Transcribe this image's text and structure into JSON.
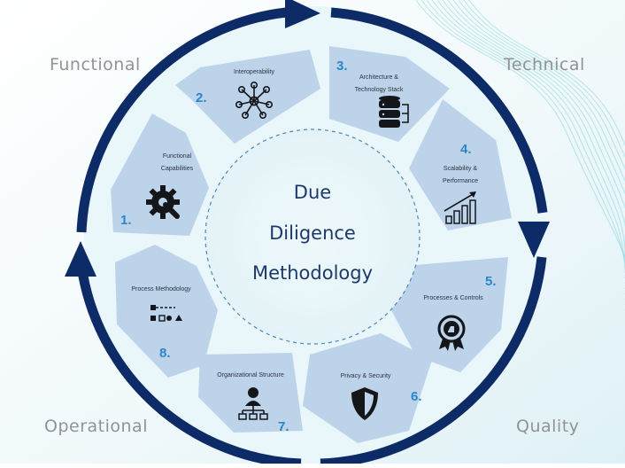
{
  "corners": {
    "functional": "Functional",
    "technical": "Technical",
    "operational": "Operational",
    "quality": "Quality"
  },
  "center": {
    "line1": "Due",
    "line2": "Diligence",
    "line3": "Methodology"
  },
  "segments": [
    {
      "number": "1.",
      "label_lines": [
        "Functional",
        "Capabilities"
      ],
      "icon": "gear-wrench-icon"
    },
    {
      "number": "2.",
      "label_lines": [
        "Interoperability"
      ],
      "icon": "network-nodes-icon"
    },
    {
      "number": "3.",
      "label_lines": [
        "Architecture &",
        "Technology Stack"
      ],
      "icon": "database-stack-icon"
    },
    {
      "number": "4.",
      "label_lines": [
        "Scalability &",
        "Performance"
      ],
      "icon": "growth-chart-icon"
    },
    {
      "number": "5.",
      "label_lines": [
        "Processes & Controls"
      ],
      "icon": "award-badge-icon"
    },
    {
      "number": "6.",
      "label_lines": [
        "Privacy & Security"
      ],
      "icon": "shield-icon"
    },
    {
      "number": "7.",
      "label_lines": [
        "Organizational Structure"
      ],
      "icon": "org-chart-icon"
    },
    {
      "number": "8.",
      "label_lines": [
        "Process Methodology"
      ],
      "icon": "process-flow-icon"
    }
  ],
  "colors": {
    "arrow": "#0d2b66",
    "segment_fill": "#bcd3ea",
    "number": "#2a86c9",
    "icon": "#14161a",
    "background_tint": "#e6f5f9",
    "waves": "#7fd3df"
  }
}
